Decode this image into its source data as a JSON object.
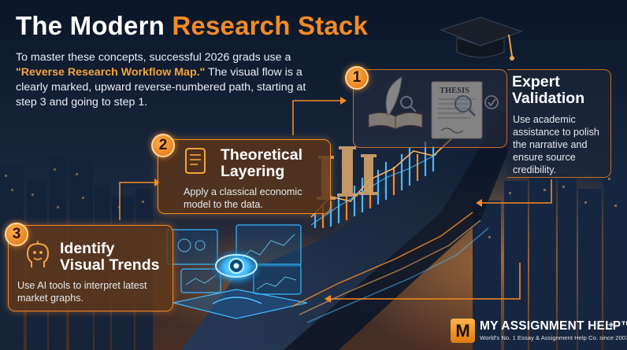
{
  "title": {
    "part1": "The Modern ",
    "part2": "Research Stack"
  },
  "intro": {
    "line_a": "To master these concepts, successful 2026 grads use a ",
    "highlight": "\"Reverse Research Workflow Map.\"",
    "line_b": " The visual flow is a clearly marked, upward reverse-numbered path, starting at step 3 and going to step 1."
  },
  "steps": [
    {
      "number": "1",
      "title_line1": "Expert",
      "title_line2": "Validation",
      "body": "Use academic assistance to polish the narrative and ensure source credibility.",
      "icon_label": "THESIS"
    },
    {
      "number": "2",
      "title_line1": "Theoretical",
      "title_line2": "Layering",
      "body": "Apply a classical economic model to the data."
    },
    {
      "number": "3",
      "title_line1": "Identify",
      "title_line2": "Visual Trends",
      "body": "Use AI tools to interpret latest market graphs."
    }
  ],
  "brand": {
    "mark": "M",
    "name": "MY ASSIGNMENT HELP™",
    "tagline": "World's No. 1 Essay & Assignment Help Co. since 2007"
  },
  "colors": {
    "accent": "#f58a25",
    "background": "#0b1626",
    "card_fill": "#5c3418",
    "glow_blue": "#4fc3ff"
  },
  "icons": [
    "graduation-cap-icon",
    "quill-book-icon",
    "magnifier-icon",
    "thesis-document-icon",
    "checkmark-icon",
    "scroll-icon",
    "column-icon",
    "ai-head-icon",
    "eye-hologram-icon",
    "sparkle-icon"
  ]
}
